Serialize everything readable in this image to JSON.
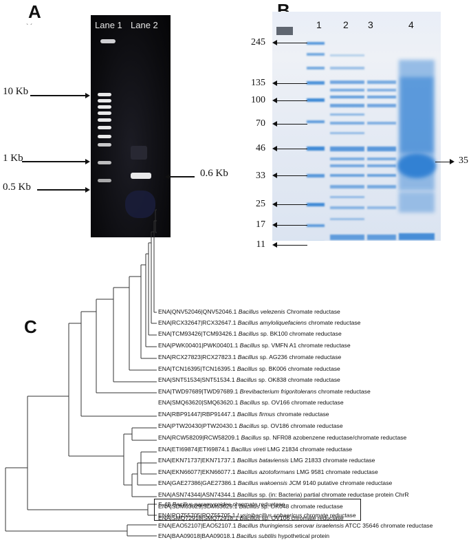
{
  "panels": {
    "a": {
      "letter": "A",
      "lane_labels": [
        "Lane 1",
        "Lane 2"
      ],
      "markers": [
        "10 Kb",
        "1 Kb",
        "0.5 Kb"
      ],
      "product_label": "0.6 Kb"
    },
    "b": {
      "letter": "B",
      "lane_numbers": [
        "1",
        "2",
        "3",
        "4"
      ],
      "mw_markers": [
        "245",
        "135",
        "100",
        "70",
        "46",
        "33",
        "25",
        "17",
        "11"
      ],
      "target_label": "35"
    },
    "c": {
      "letter": "C",
      "leaves": [
        {
          "acc": "ENA|QNV52046|QNV52046.1",
          "species": "Bacillus velezenis",
          "desc": "Chromate reductase"
        },
        {
          "acc": "ENA|RCX32647|RCX32647.1",
          "species": "Bacillus amyloliquefaciens",
          "desc": "chromate reductase"
        },
        {
          "acc": "ENA|TCM93426|TCM93426.1",
          "species": "Bacillus",
          "desc": "sp. BK100 chromate reductase"
        },
        {
          "acc": "ENA|PWK00401|PWK00401.1",
          "species": "Bacillus",
          "desc": "sp. VMFN A1 chromate reductase"
        },
        {
          "acc": "ENA|RCX27823|RCX27823.1",
          "species": "Bacillus",
          "desc": "sp. AG236 chromate reductase"
        },
        {
          "acc": "ENA|TCN16395|TCN16395.1",
          "species": "Bacillus",
          "desc": "sp. BK006 chromate reductase"
        },
        {
          "acc": "ENA|SNT51534|SNT51534.1",
          "species": "Bacillus",
          "desc": "sp. OK838 chromate reductase"
        },
        {
          "acc": "ENA|TWD97689|TWD97689.1",
          "species": "Brevibacterium frigoritolerans",
          "desc": "chromate reductase"
        },
        {
          "acc": "ENA|SMQ63620|SMQ63620.1",
          "species": "Bacillus",
          "desc": "sp. OV166 chromate reductase"
        },
        {
          "acc": "ENA|RBP91447|RBP91447.1",
          "species": "Bacillus firmus",
          "desc": "chromate reductase"
        },
        {
          "acc": "ENA|PTW20430|PTW20430.1",
          "species": "Bacillus",
          "desc": "sp. OV186 chromate reductase"
        },
        {
          "acc": "ENA|RCW58209|RCW58209.1",
          "species": "Bacillus",
          "desc": "sp. NFR08 azobenzene reductase/chromate reductase"
        },
        {
          "acc": "ENA|ETI69874|ETI69874.1",
          "species": "Bacillus vireti",
          "desc": "LMG 21834 chromate reductase"
        },
        {
          "acc": "ENA|EKN71737|EKN71737.1",
          "species": "Bacillus bataviensis",
          "desc": "LMG 21833 chromate reductase"
        },
        {
          "acc": "ENA|EKN66077|EKN66077.1",
          "species": "Bacillus azotoformans",
          "desc": "LMG 9581 chromate reductase"
        },
        {
          "acc": "ENA|GAE27386|GAE27386.1",
          "species": "Bacillus wakoensis",
          "desc": "JCM 9140 putative chromate reductase"
        },
        {
          "acc": "ENA|ASN74344|ASN74344.1",
          "species": "Bacillus",
          "desc": "sp. (in: Bacteria) partial chromate reductase protein ChrR"
        },
        {
          "acc": "ENA|SDM63629|SDM63629.1",
          "species": "Bacillus",
          "desc": "sp. OK048 chromate reductase"
        },
        {
          "acc": "ENA|SMQ72918|SMQ72918.1",
          "species": "Bacillus",
          "desc": "sp. OV106 chromate reductase"
        },
        {
          "acc": "S-48",
          "species": "Bacillus paramycoides",
          "desc": "chromate reductase"
        },
        {
          "acc": "ENA|POZ55705|POZ55705.1",
          "species": "Lysinibacillus sphaericus",
          "desc": "chromate reductase"
        },
        {
          "acc": "ENA|EAO52107|EAO52107.1",
          "species": "Bacillus thuringiensis serovar israelensis",
          "desc": "ATCC 35646 chromate reductase"
        },
        {
          "acc": "ENA|BAA09018|BAA09018.1",
          "species": "Bacillus subtilis",
          "desc": "hypothetical protein"
        }
      ]
    }
  },
  "colors": {
    "gel_a_background": "#0b0b0e",
    "gel_a_band": "#e9e9ea",
    "gel_b_background": "#e9eef7",
    "gel_b_band": "#3f8ad6"
  }
}
